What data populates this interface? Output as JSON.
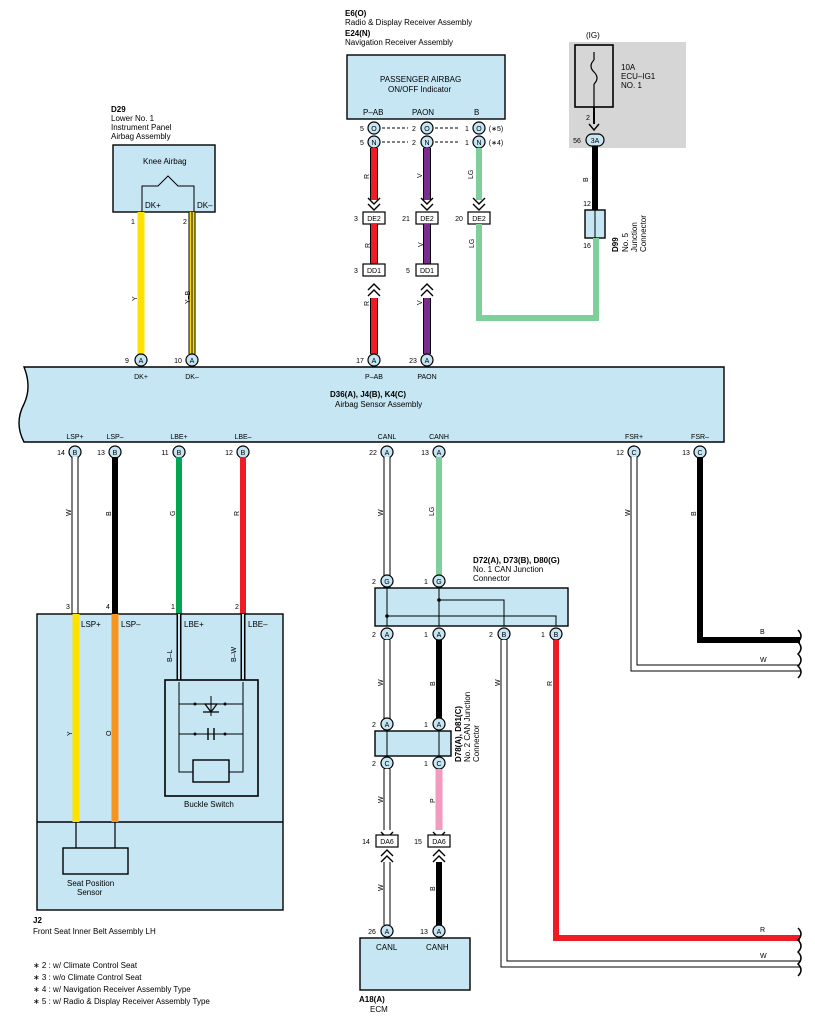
{
  "colors": {
    "component_fill": "#c6e6f4",
    "relay_area": "#d6d6d6",
    "wire_red": "#ee1c25",
    "wire_purple": "#7b2c8f",
    "wire_light_green": "#7fcf9a",
    "wire_black": "#000000",
    "wire_yellow": "#ffe100",
    "wire_green": "#00a651",
    "wire_orange": "#f7941d",
    "wire_pink": "#f49ac1",
    "wire_white": "#ffffff"
  },
  "radio": {
    "id1": "E6(O)",
    "name1": "Radio & Display Receiver Assembly",
    "id2": "E24(N)",
    "name2": "Navigation Receiver Assembly",
    "title1": "PASSENGER AIRBAG",
    "title2": "ON/OFF Indicator",
    "t_pab": "P–AB",
    "t_paon": "PAON",
    "t_b": "B",
    "p5a": "5",
    "p2a": "2",
    "p1a": "1",
    "p5b": "5",
    "p2b": "2",
    "p1b": "1",
    "s5": "(∗5)",
    "s4": "(∗4)",
    "pinO": "O",
    "pinN": "N"
  },
  "fuse": {
    "ig": "(IG)",
    "amp": "10A",
    "name": "ECU–IG1",
    "no": "NO. 1",
    "p2": "2",
    "p56": "56",
    "pin3a": "3A"
  },
  "junction_d99": {
    "id": "D99",
    "name1": "No. 5",
    "name2": "Junction",
    "name3": "Connector",
    "p12": "12",
    "p16": "16"
  },
  "knee": {
    "id": "D29",
    "name1": "Lower No. 1",
    "name2": "Instrument Panel",
    "name3": "Airbag Assembly",
    "title": "Knee Airbag",
    "t1": "DK+",
    "t2": "DK–",
    "p1": "1",
    "p2": "2"
  },
  "inline": {
    "de2": "DE2",
    "dd1": "DD1",
    "da6": "DA6",
    "p3a": "3",
    "p21": "21",
    "p20": "20",
    "p3b": "3",
    "p5": "5",
    "p14": "14",
    "p15": "15"
  },
  "wire_codes": {
    "r": "R",
    "v": "V",
    "lg": "LG",
    "b": "B",
    "y": "Y",
    "yb": "Y–B",
    "w": "W",
    "g": "G",
    "o": "O",
    "bl": "B–L",
    "bw": "B–W",
    "p": "P"
  },
  "sensor": {
    "id": "D36(A), J4(B), K4(C)",
    "name": "Airbag Sensor Assembly",
    "top_pins": [
      {
        "num": "9",
        "letter": "A",
        "term": "DK+"
      },
      {
        "num": "10",
        "letter": "A",
        "term": "DK–"
      },
      {
        "num": "17",
        "letter": "A",
        "term": "P–AB"
      },
      {
        "num": "23",
        "letter": "A",
        "term": "PAON"
      }
    ],
    "bottom_pins": [
      {
        "num": "14",
        "letter": "B",
        "term": "LSP+"
      },
      {
        "num": "13",
        "letter": "B",
        "term": "LSP–"
      },
      {
        "num": "11",
        "letter": "B",
        "term": "LBE+"
      },
      {
        "num": "12",
        "letter": "B",
        "term": "LBE–"
      },
      {
        "num": "22",
        "letter": "A",
        "term": "CANL"
      },
      {
        "num": "13",
        "letter": "A",
        "term": "CANH"
      },
      {
        "num": "12",
        "letter": "C",
        "term": "FSR+"
      },
      {
        "num": "13",
        "letter": "C",
        "term": "FSR–"
      }
    ]
  },
  "seatbelt": {
    "id": "J2",
    "name": "Front Seat Inner Belt Assembly LH",
    "p3": "3",
    "p4": "4",
    "p1": "1",
    "p2": "2",
    "t_lspp": "LSP+",
    "t_lspm": "LSP–",
    "t_lbep": "LBE+",
    "t_lbem": "LBE–",
    "buckle": "Buckle Switch",
    "sensor1": "Seat Position",
    "sensor2": "Sensor"
  },
  "can1": {
    "id": "D72(A), D73(B), D80(G)",
    "name1": "No. 1 CAN Junction",
    "name2": "Connector",
    "p2g": "2",
    "p1g": "1",
    "lG": "G",
    "p2a": "2",
    "p1a": "1",
    "p2b": "2",
    "p1b": "1",
    "lA": "A",
    "lB": "B"
  },
  "can2": {
    "id": "D78(A), D81(C)",
    "name1": "No. 2 CAN Junction",
    "name2": "Connector",
    "p2a": "2",
    "p1a": "1",
    "p2c": "2",
    "p1c": "1",
    "lA": "A",
    "lC": "C"
  },
  "ecm": {
    "id": "A18(A)",
    "name": "ECM",
    "p26": "26",
    "p13": "13",
    "l": "A",
    "t1": "CANL",
    "t2": "CANH"
  },
  "notes": [
    "∗ 2 : w/ Climate Control Seat",
    "∗ 3 : w/o Climate Control Seat",
    "∗ 4 : w/ Navigation Receiver Assembly Type",
    "∗ 5 : w/ Radio & Display Receiver Assembly Type"
  ]
}
